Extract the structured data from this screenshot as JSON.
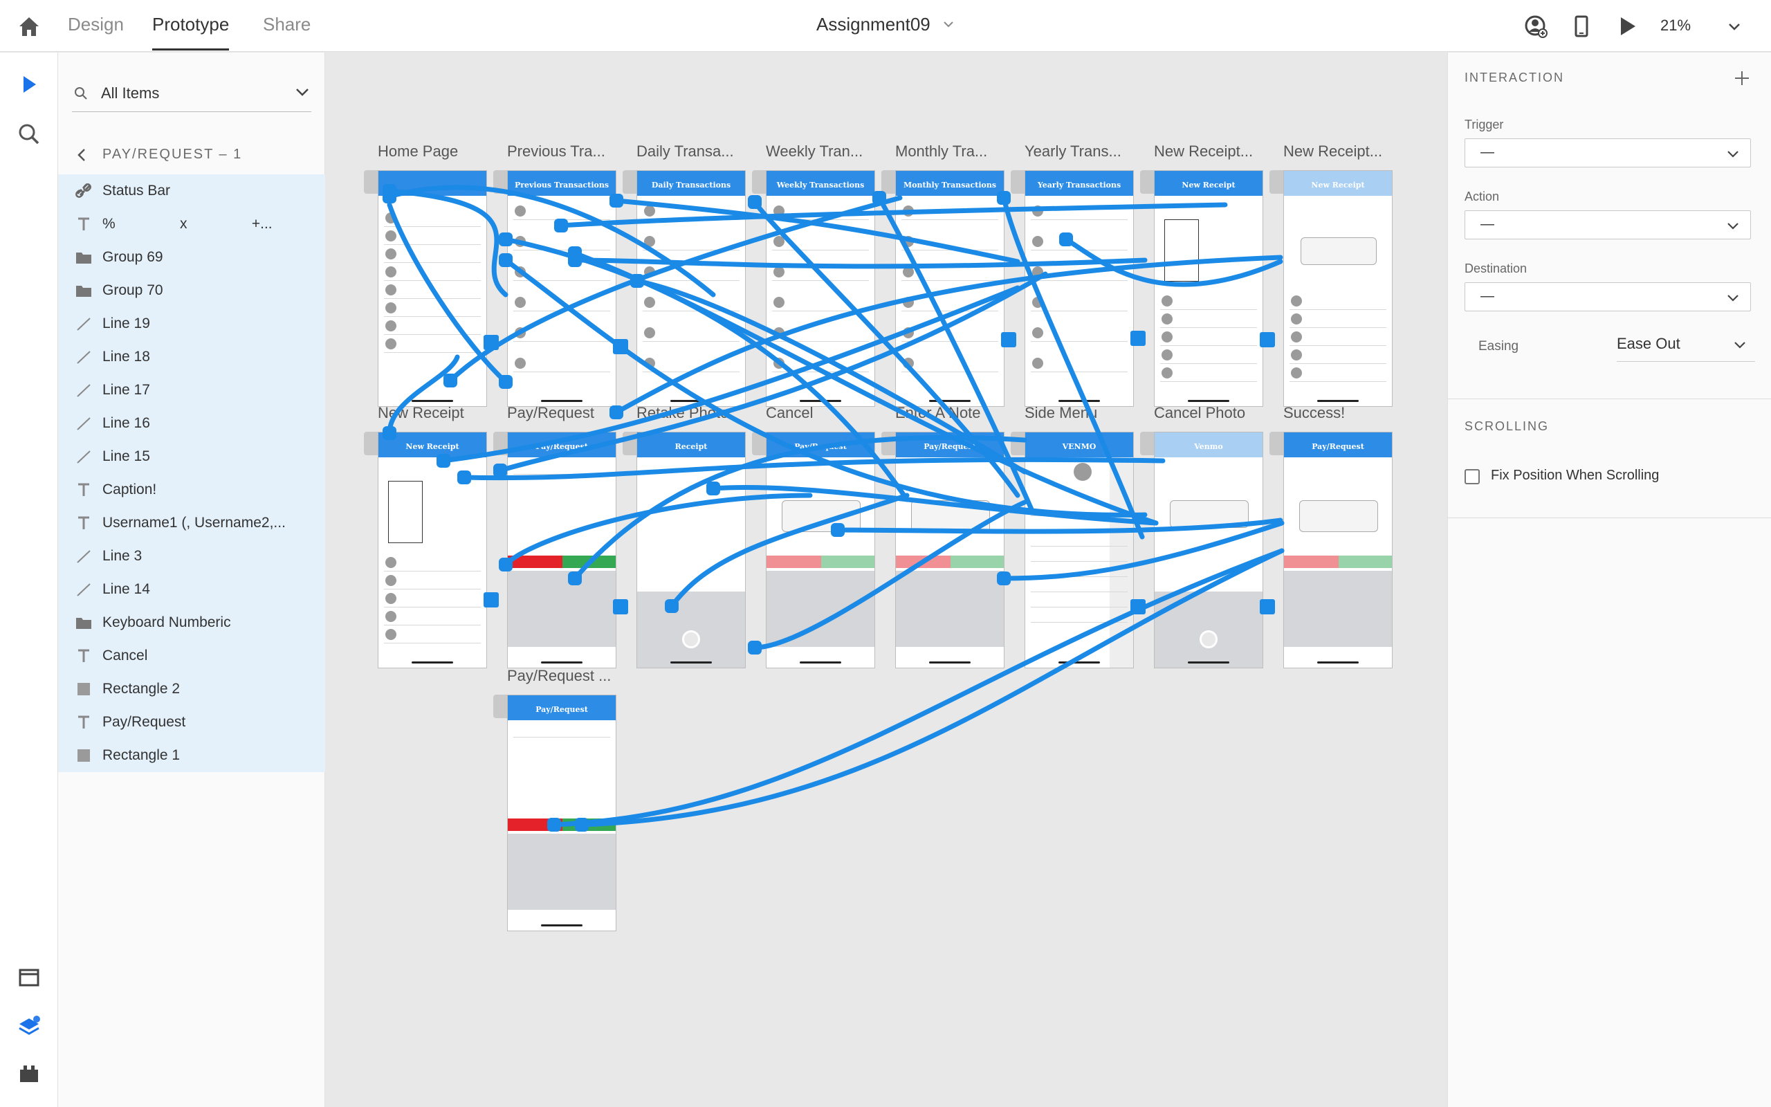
{
  "topbar": {
    "modes": [
      "Design",
      "Prototype",
      "Share"
    ],
    "active_mode": "Prototype",
    "document_title": "Assignment09",
    "zoom": "21%",
    "icons": [
      "home-icon",
      "user-share-icon",
      "device-preview-icon",
      "play-icon",
      "chevron-down-icon"
    ]
  },
  "toolbar": {
    "icons": [
      "select-arrow-icon",
      "zoom-search-icon",
      "assets-icon",
      "layers-icon",
      "plugins-icon"
    ]
  },
  "layers": {
    "search_label": "All Items",
    "breadcrumb": "PAY/REQUEST – 1",
    "items": [
      {
        "icon": "link-icon",
        "label": "Status Bar"
      },
      {
        "icon": "text-icon",
        "label": "%                x                +..."
      },
      {
        "icon": "folder-icon",
        "label": "Group 69"
      },
      {
        "icon": "folder-icon",
        "label": "Group 70"
      },
      {
        "icon": "line-icon",
        "label": "Line 19"
      },
      {
        "icon": "line-icon",
        "label": "Line 18"
      },
      {
        "icon": "line-icon",
        "label": "Line 17"
      },
      {
        "icon": "line-icon",
        "label": "Line 16"
      },
      {
        "icon": "line-icon",
        "label": "Line 15"
      },
      {
        "icon": "text-icon",
        "label": "Caption!"
      },
      {
        "icon": "text-icon",
        "label": "Username1 (, Username2,..."
      },
      {
        "icon": "line-icon",
        "label": "Line 3"
      },
      {
        "icon": "line-icon",
        "label": "Line 14"
      },
      {
        "icon": "folder-icon",
        "label": "Keyboard Numberic"
      },
      {
        "icon": "text-icon",
        "label": "Cancel"
      },
      {
        "icon": "rectangle-icon",
        "label": "Rectangle 2"
      },
      {
        "icon": "text-icon",
        "label": "Pay/Request"
      },
      {
        "icon": "rectangle-icon",
        "label": "Rectangle 1"
      }
    ]
  },
  "right_panel": {
    "interaction_title": "INTERACTION",
    "trigger_label": "Trigger",
    "trigger_value": "—",
    "action_label": "Action",
    "action_value": "—",
    "destination_label": "Destination",
    "destination_value": "—",
    "easing_label": "Easing",
    "easing_value": "Ease Out",
    "scrolling_title": "SCROLLING",
    "fix_position_label": "Fix Position When Scrolling",
    "fix_position_checked": false
  },
  "canvas": {
    "artboards_row1": [
      "Home Page",
      "Previous Tra...",
      "Daily Transa...",
      "Weekly Tran...",
      "Monthly Tra...",
      "Yearly Trans...",
      "New Receipt...",
      "New Receipt..."
    ],
    "artboards_row2": [
      "New Receipt",
      "Pay/Request",
      "Retake Photo",
      "Cancel",
      "Enter A Note",
      "Side Menu",
      "Cancel Photo",
      "Success!"
    ],
    "artboards_row3": [
      "Pay/Request ..."
    ],
    "screen_titles": {
      "previous": "Previous Transactions",
      "daily": "Daily Transactions",
      "weekly": "Weekly Transactions",
      "monthly": "Monthly Transactions",
      "yearly": "Yearly Transactions",
      "new_receipt": "New Receipt",
      "pay_request": "Pay/Request",
      "receipt": "Receipt",
      "venmo": "VENMO",
      "venmo_pale": "Venmo"
    },
    "wire_color": "#1a8ae6"
  }
}
